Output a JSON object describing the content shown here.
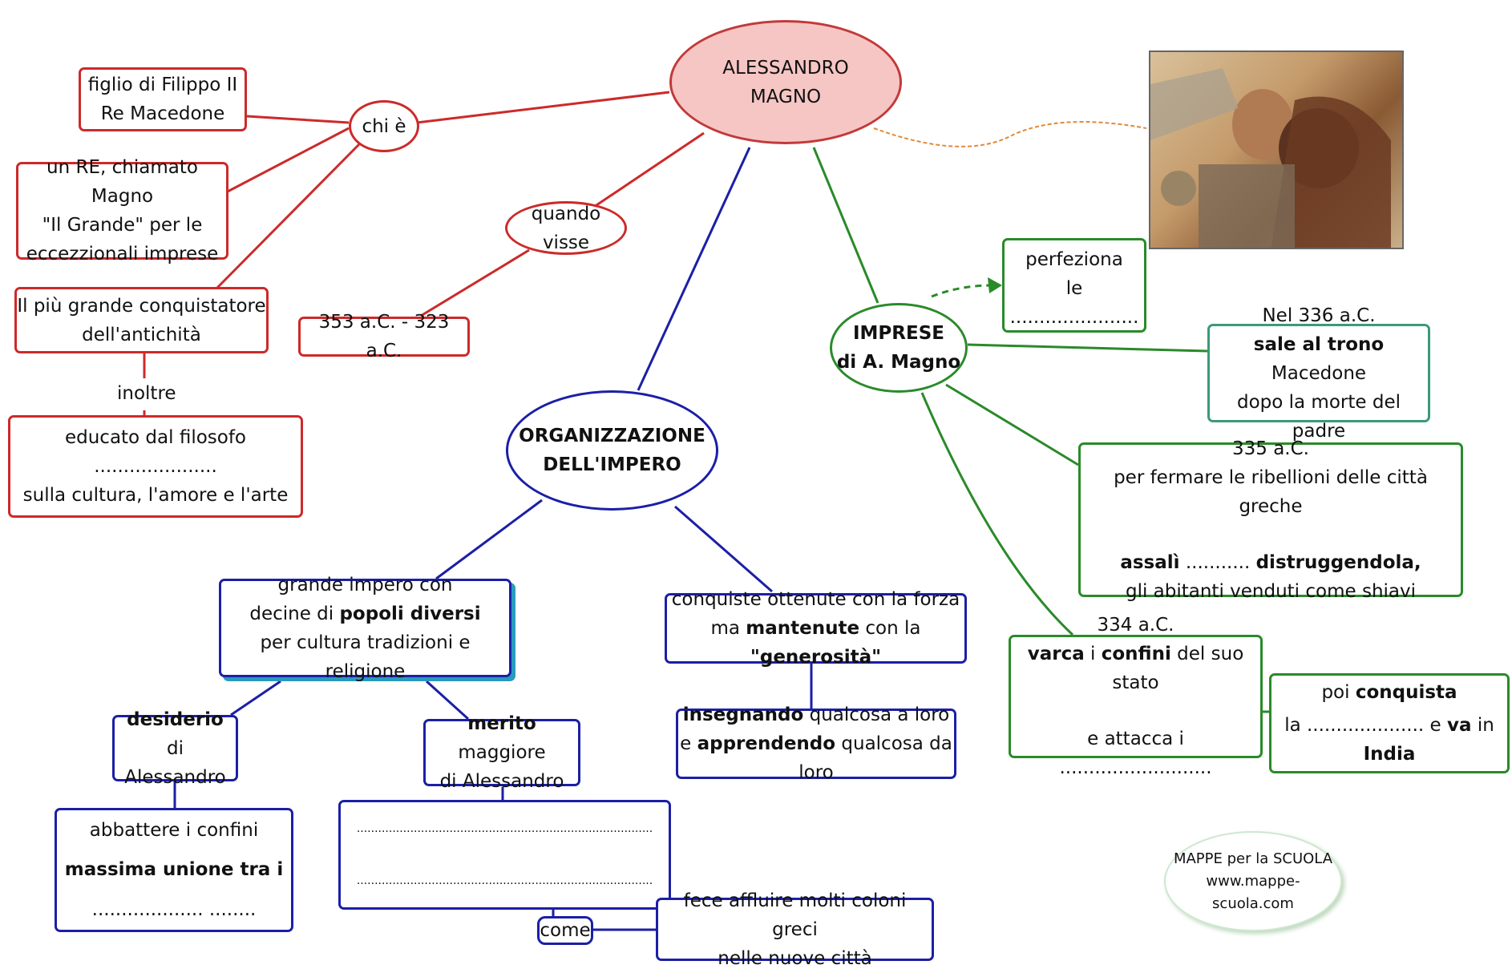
{
  "center": {
    "line1": "ALESSANDRO",
    "line2": "MAGNO"
  },
  "who": {
    "label": "chi è",
    "father": {
      "line1": "figlio di Filippo II",
      "line2": "Re Macedone"
    },
    "king": {
      "line1": "un RE, chiamato Magno",
      "line2": "\"Il Grande\" per le",
      "line3": "eccezzionali imprese"
    },
    "conqueror": {
      "line1": "Il più grande conquistatore",
      "line2": "dell'antichità"
    },
    "also_label": "inoltre",
    "educated": {
      "line1": "educato dal filosofo .....................",
      "line2": "sulla cultura, l'amore e l'arte"
    }
  },
  "when": {
    "label": "quando visse",
    "dates": "353 a.C. - 323 a.C."
  },
  "organization": {
    "title_line1": "ORGANIZZAZIONE",
    "title_line2": "DELL'IMPERO",
    "empire": {
      "line1": "grande impero con",
      "line2_pre": "decine di ",
      "line2_bold": "popoli diversi",
      "line3": "per cultura tradizioni e religione"
    },
    "desire": {
      "line1_bold": "desiderio",
      "line2": "di Alessandro"
    },
    "break": {
      "line1": "abbattere i confini",
      "line2_bold": "massima unione tra i",
      "line3": "................... ........"
    },
    "merit": {
      "line1_bold": "merito",
      "line1_rest": " maggiore",
      "line2": "di Alessandro"
    },
    "dotted": {
      "line1": "...................................................................................",
      "line2": "..................................................................................."
    },
    "how_label": "come",
    "colonists": {
      "line1": "fece affluire molti coloni greci",
      "line2": "nelle nuove città"
    },
    "conquests": {
      "line1": "conquiste ottenute con la forza",
      "line2_pre": "ma ",
      "line2_b1": "mantenute",
      "line2_mid": " con la ",
      "line2_b2": "\"generosità\""
    },
    "teaching": {
      "line1_bold": "insegnando",
      "line1_rest": " qualcosa a loro",
      "line2_pre": "e ",
      "line2_bold": "apprendendo",
      "line2_rest": " qualcosa da loro"
    }
  },
  "feats": {
    "title_line1": "IMPRESE",
    "title_line2": "di A. Magno",
    "perfects": {
      "line1": "perfeziona",
      "line2": "le ......................"
    },
    "year336": {
      "line1": "Nel 336 a.C.",
      "line2_b1": "sale al trono",
      "line2_rest": " Macedone",
      "line3": "dopo la morte del padre"
    },
    "year335": {
      "line1": "335 a.C.",
      "line2": "per fermare le ribellioni delle città greche",
      "line3_b1": "assalì",
      "line3_mid": " ........... ",
      "line3_b2": "distruggendola,",
      "line4": "gli abitanti venduti come shiavi"
    },
    "year334": {
      "line1": "334 a.C.",
      "line2_b1": "varca",
      "line2_mid": " i ",
      "line2_b2": "confini",
      "line2_rest": " del suo stato",
      "line3": "e attacca i .........................."
    },
    "then": {
      "line1_pre": "poi ",
      "line1_bold": "conquista",
      "line2_pre": "la .................... e ",
      "line2_b1": "va",
      "line2_mid": " in ",
      "line2_b2": "India"
    }
  },
  "footer": {
    "line1": "MAPPE per la SCUOLA",
    "line2": "www.mappe-scuola.com"
  },
  "colors": {
    "red": "#cc2a2a",
    "blue": "#1b1fa6",
    "green": "#2a8a2a",
    "teal": "#3a9a7a",
    "center_fill": "#f6c6c4"
  }
}
